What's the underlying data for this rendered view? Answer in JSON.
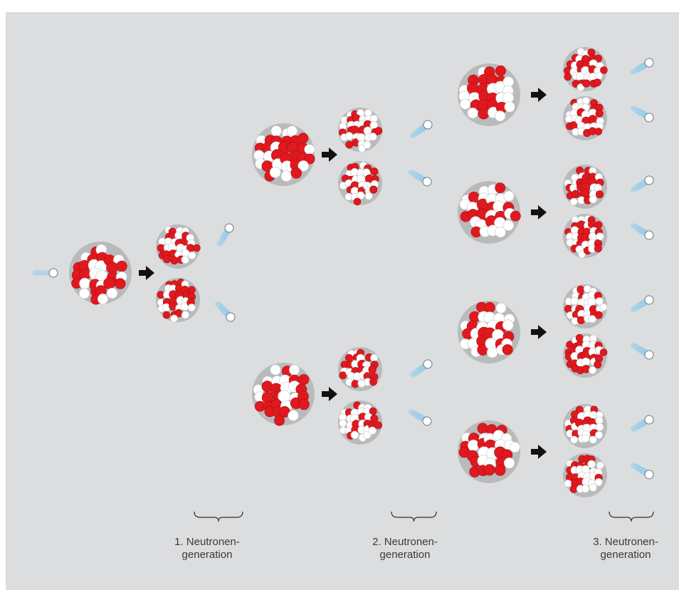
{
  "colors": {
    "background": "#dcdddf",
    "nucleon_red": "#e0191e",
    "nucleon_white": "#ffffff",
    "neutron_trail": "#9fd0ea",
    "arrow": "#111111"
  },
  "generations": [
    {
      "line1": "1. Neutronen-",
      "line2": "generation"
    },
    {
      "line1": "2. Neutronen-",
      "line2": "generation"
    },
    {
      "line1": "3. Neutronen-",
      "line2": "generation"
    }
  ]
}
